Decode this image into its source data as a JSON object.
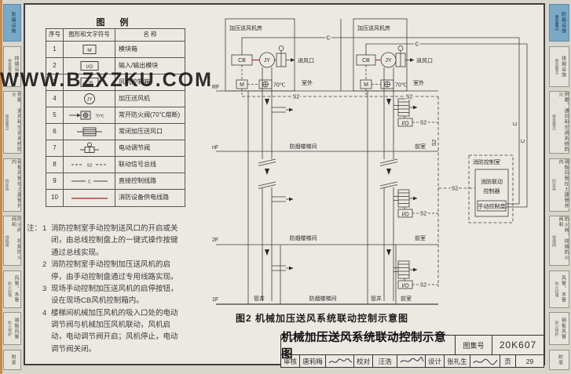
{
  "watermark": "WWW.BZXZKU.COM",
  "sidebar": {
    "items": [
      {
        "label": "防烟设施",
        "sub": "审查要点"
      },
      {
        "label": "排烟设施",
        "sub": "审查要点"
      },
      {
        "label": "供暖、通风和空调系统防火",
        "sub": "审查要点"
      },
      {
        "label": "钢板风管在土建管井内",
        "sub": "的安装"
      },
      {
        "label": "防火阀、排烟防火阀和",
        "sub": "排烟阀"
      },
      {
        "label": "风管、水管",
        "sub": "防火封堵"
      },
      {
        "label": "钢板风管",
        "sub": "防火保护"
      },
      {
        "label": "附录",
        "sub": ""
      }
    ]
  },
  "legend": {
    "title": "图 例",
    "headers": [
      "序号",
      "图形和文字符号",
      "名 称"
    ],
    "rows": [
      {
        "no": "1",
        "symbol": "M",
        "name": "模块箱"
      },
      {
        "no": "2",
        "symbol": "I/O",
        "name": "输入/输出模块"
      },
      {
        "no": "3",
        "symbol": "CB",
        "name": "风机控制箱"
      },
      {
        "no": "4",
        "symbol": "JY",
        "name": "加压送风机"
      },
      {
        "no": "5",
        "symbol": "70℃",
        "name": "常开防火阀(70℃熔断)"
      },
      {
        "no": "6",
        "symbol": "",
        "name": "常闭加压送风口"
      },
      {
        "no": "7",
        "symbol": "",
        "name": "电动调节阀"
      },
      {
        "no": "8",
        "symbol": "S2",
        "name": "联动信号总线"
      },
      {
        "no": "9",
        "symbol": "C",
        "name": "直接控制线路"
      },
      {
        "no": "10",
        "symbol": "",
        "name": "消防设备供电线路"
      }
    ]
  },
  "notes": {
    "prefix": "注：",
    "items": [
      {
        "no": "1",
        "text": "消防控制室手动控制送风口的开启或关闭，由总线控制盘上的一键式操作按键通过总线实现。"
      },
      {
        "no": "2",
        "text": "消防控制室手动控制加压送风机的启停，由手动控制盘通过专用线路实现。"
      },
      {
        "no": "3",
        "text": "现场手动控制加压送风机的启停按钮，设在现场CB风机控制箱内。"
      },
      {
        "no": "4",
        "text": "楼梯间机械加压风机的吸入口处的电动调节阀与机械加压风机联动，风机启动，电动调节阀开启；风机停止，电动调节阀关闭。"
      }
    ]
  },
  "diagram": {
    "fan_room": "加压送风机房",
    "cb": "CB",
    "jy": "JY",
    "m": "M",
    "io": "I/O",
    "temp": "70℃",
    "air_inlet": "进风口",
    "outdoor": "室外",
    "floor_rf": "RF",
    "floor_nf": "nF",
    "floor_2f": "2F",
    "floor_1f": "1F",
    "stairwell": "防烟楼梯间",
    "anteroom": "前室",
    "shaft": "管井",
    "s2": "S2",
    "c": "C",
    "control_room": "消防控制室",
    "controller_l1": "消防联动",
    "controller_l2": "控制器",
    "manual_panel": "手动控制盘",
    "caption": "图2 机械加压送风系统联动控制示意图"
  },
  "titleblock": {
    "title": "机械加压送风系统联动控制示意图",
    "atlas_label": "图集号",
    "atlas_no": "20K607",
    "page_label": "页",
    "page_no": "29",
    "reviewer_label": "审核",
    "reviewer": "唐莉梅",
    "checker_label": "校对",
    "checker": "汪浩",
    "designer_label": "设计",
    "designer": "张礼生"
  },
  "colors": {
    "power_line": "#a8473f",
    "active_tab": "#79a9c6"
  }
}
